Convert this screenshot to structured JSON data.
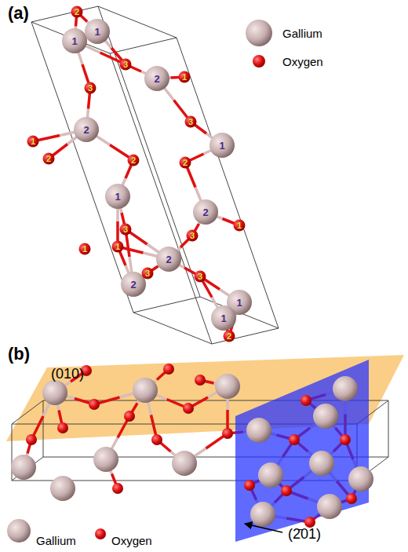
{
  "diagram": {
    "labels": [
      "(a)",
      "1",
      "1",
      "2",
      "2",
      "1",
      "1",
      "2",
      "2",
      "2",
      "1",
      "1",
      "2",
      "3",
      "1",
      "3",
      "3",
      "1",
      "2",
      "2",
      "2",
      "3",
      "1",
      "3",
      "1",
      "1",
      "3",
      "3",
      "2",
      "(b)",
      "(010)",
      "(2̄01)"
    ],
    "legend": [
      {
        "text": "Gallium"
      },
      {
        "text": "Oxygen"
      },
      {
        "text": "Gallium"
      },
      {
        "text": "Oxygen"
      }
    ]
  }
}
